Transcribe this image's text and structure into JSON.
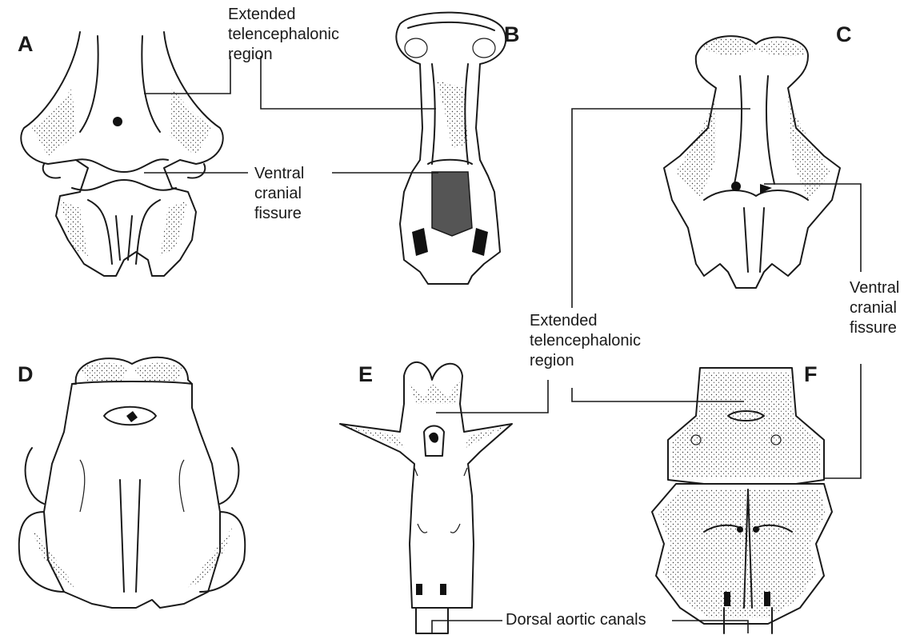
{
  "panels": {
    "a": "A",
    "b": "B",
    "c": "C",
    "d": "D",
    "e": "E",
    "f": "F"
  },
  "labels": {
    "telencephalic_top": [
      "Extended",
      "telencephalonic",
      "region"
    ],
    "ventral_fissure_left": [
      "Ventral",
      "cranial",
      "fissure"
    ],
    "ventral_fissure_right": [
      "Ventral",
      "cranial",
      "fissure"
    ],
    "telencephalic_mid": [
      "Extended",
      "telencephalonic",
      "region"
    ],
    "dorsal_aortic": "Dorsal aortic canals"
  },
  "colors": {
    "ink": "#1a1a1a",
    "background": "#ffffff"
  }
}
